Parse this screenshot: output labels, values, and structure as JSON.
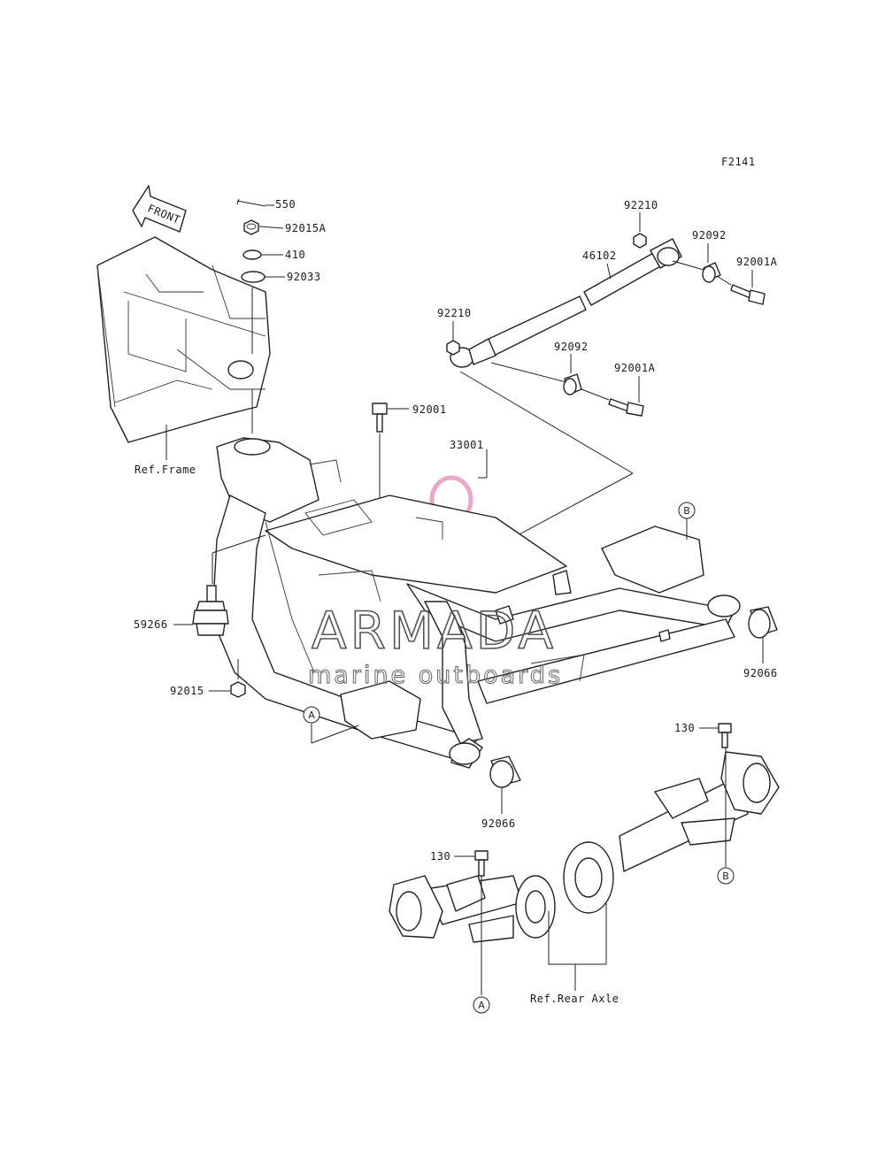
{
  "figure_code": "F2141",
  "front_arrow_text": "FRONT",
  "watermark": {
    "brand": "ARMADA",
    "tagline": "marine outboards",
    "brand_color": "#e8a9c9"
  },
  "callouts": {
    "p550": "550",
    "p92015A": "92015A",
    "p410": "410",
    "p92033": "92033",
    "ref_frame": "Ref.Frame",
    "p92210_top": "92210",
    "p46102": "46102",
    "p92092_top": "92092",
    "p92001A_top": "92001A",
    "p92210_left": "92210",
    "p92092_mid": "92092",
    "p92001A_mid": "92001A",
    "p92001": "92001",
    "p33001": "33001",
    "p59266": "59266",
    "p92015": "92015",
    "p92066_right": "92066",
    "p92066_bottom": "92066",
    "p130_right": "130",
    "p130_left": "130",
    "ref_rear_axle": "Ref.Rear Axle"
  },
  "markers": {
    "a_left": "A",
    "b_top": "B",
    "b_right": "B",
    "a_bottom": "A"
  }
}
